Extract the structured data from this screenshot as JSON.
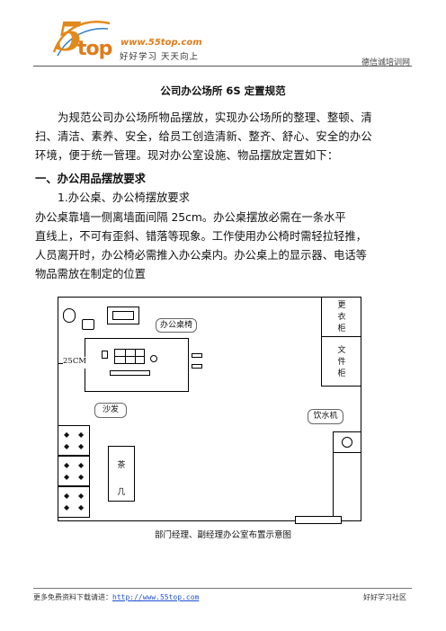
{
  "header": {
    "logo_five": "5",
    "logo_top": "top",
    "logo_url": "www.55top.com",
    "logo_slogan": "好好学习  天天向上",
    "site_name": "德信诚培训网"
  },
  "title": "公司办公场所 6S 定置规范",
  "intro_lines": [
    "为规范公司办公场所物品摆放，实现办公场所的整理、整顿、清",
    "扫、清洁、素养、安全，给员工创造清新、整齐、舒心、安全的办公",
    "环境，便于统一管理。现对办公室设施、物品摆放定置如下："
  ],
  "section1": "一、办公用品摆放要求",
  "section1_1": "1.办公桌、办公椅摆放要求",
  "body_lines": [
    "办公桌靠墙一侧离墙面间隔 25cm。办公桌摆放必需在一条水平",
    "直线上，不可有歪斜、错落等现象。工作使用办公椅时需轻拉轻推，",
    "人员离开时，办公椅必需推入办公桌内。办公桌上的显示器、电话等",
    "物品需放在制定的位置"
  ],
  "plan": {
    "wardrobe": [
      "更",
      "衣",
      "柜"
    ],
    "file_cabinet": [
      "文",
      "件",
      "柜"
    ],
    "desk_chair": "办公桌椅",
    "distance": "25CM",
    "sofa": "沙发",
    "tea_table": [
      "茶",
      "几"
    ],
    "water_dispenser": "饮水机",
    "sofa_symbol": "◆"
  },
  "caption": "部门经理、副经理办公室布置示意图",
  "footer": {
    "left_prefix": "更多免费资料下载请进：",
    "left_url": "http://www.55top.com",
    "right": "好好学习社区"
  },
  "colors": {
    "logo_orange": "#e07b1a",
    "logo_blue": "#2c7fc8",
    "link_blue": "#1f4fd1"
  }
}
